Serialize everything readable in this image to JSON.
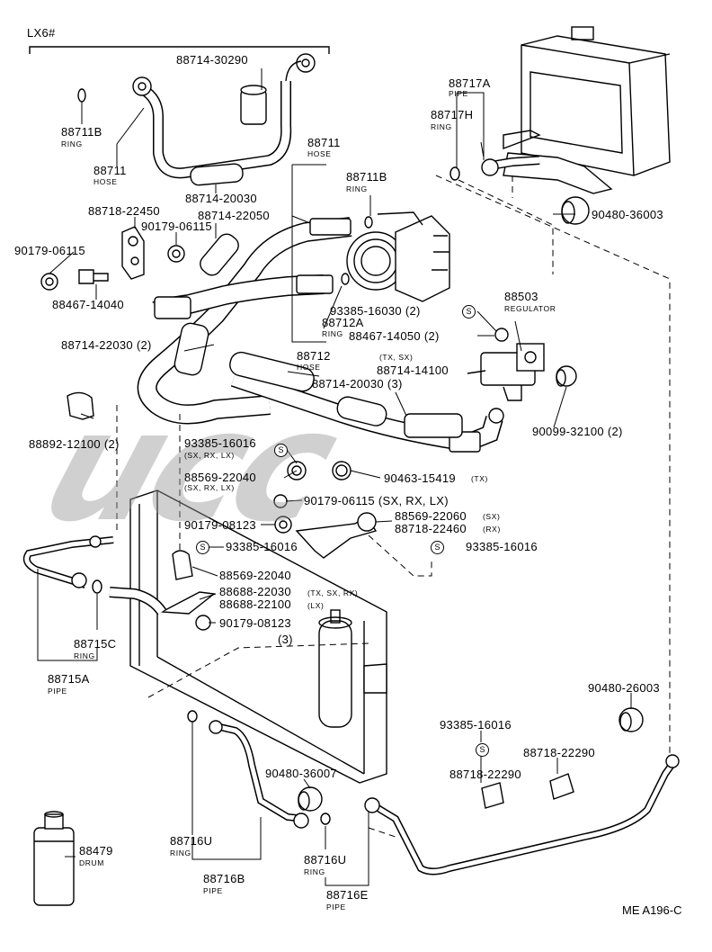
{
  "header": {
    "variant": "LX6#"
  },
  "footer": {
    "ref": "ME A196-C"
  },
  "watermark": {
    "text": "ucc"
  },
  "labels": {
    "p88714_30290": "88714-30290",
    "p88711B_a": "88711B",
    "p88711B_a_sub": "RING",
    "p88711_a": "88711",
    "p88711_a_sub": "HOSE",
    "p88714_20030_a": "88714-20030",
    "p88718_22450": "88718-22450",
    "p90179_06115_a": "90179-06115",
    "p88714_22050": "88714-22050",
    "p90179_06115_b": "90179-06115",
    "p88467_14040": "88467-14040",
    "p88711_b": "88711",
    "p88711_b_sub": "HOSE",
    "p88711B_b": "88711B",
    "p88711B_b_sub": "RING",
    "p88717A": "88717A",
    "p88717A_sub": "PIPE",
    "p88717H": "88717H",
    "p88717H_sub": "RING",
    "p90480_36003": "90480-36003",
    "p88503": "88503",
    "p88503_sub": "REGULATOR",
    "p93385_16030": "93385-16030 (2)",
    "p88467_14050": "88467-14050 (2)",
    "p88712A": "88712A",
    "p88712A_sub": "RING",
    "p88714_22030_2": "88714-22030 (2)",
    "p88712": "88712",
    "p88712_sub": "HOSE",
    "p_txsx": "(TX, SX)",
    "p88714_14100": "88714-14100",
    "p88714_20030_3": "88714-20030 (3)",
    "p90099_32100": "90099-32100 (2)",
    "p88892_12100": "88892-12100 (2)",
    "p93385_16016_a": "93385-16016",
    "p93385_16016_a_sub": "(SX, RX, LX)",
    "p88569_22040_a": "88569-22040",
    "p88569_22040_a_sub": "(SX, RX, LX)",
    "p90463_15419": "90463-15419",
    "p90463_15419_sub": "(TX)",
    "p90179_06115_c": "90179-06115 (SX, RX, LX)",
    "p90179_08123_a": "90179-08123",
    "p88569_22060": "88569-22060",
    "p88569_22060_sub": "(SX)",
    "p88718_22460": "88718-22460",
    "p88718_22460_sub": "(RX)",
    "p93385_16016_b": "93385-16016",
    "p93385_16016_c": "93385-16016",
    "p88569_22040_b": "88569-22040",
    "p88688_22030": "88688-22030",
    "p88688_22030_sub": "(TX, SX, RX)",
    "p88688_22100": "88688-22100",
    "p88688_22100_sub": "(LX)",
    "p90179_08123_b": "90179-08123",
    "p90179_08123_b_qty": "(3)",
    "p88715C": "88715C",
    "p88715C_sub": "RING",
    "p88715A": "88715A",
    "p88715A_sub": "PIPE",
    "p90480_26003": "90480-26003",
    "p93385_16016_d": "93385-16016",
    "p88718_22290_a": "88718-22290",
    "p88718_22290_b": "88718-22290",
    "p90480_36007": "90480-36007",
    "p88479": "88479",
    "p88479_sub": "DRUM",
    "p88716U_a": "88716U",
    "p88716U_a_sub": "RING",
    "p88716B": "88716B",
    "p88716B_sub": "PIPE",
    "p88716U_b": "88716U",
    "p88716U_b_sub": "RING",
    "p88716E": "88716E",
    "p88716E_sub": "PIPE",
    "s_mark": "S"
  },
  "colors": {
    "ink": "#000000",
    "paper": "#ffffff",
    "watermark": "#969696"
  }
}
